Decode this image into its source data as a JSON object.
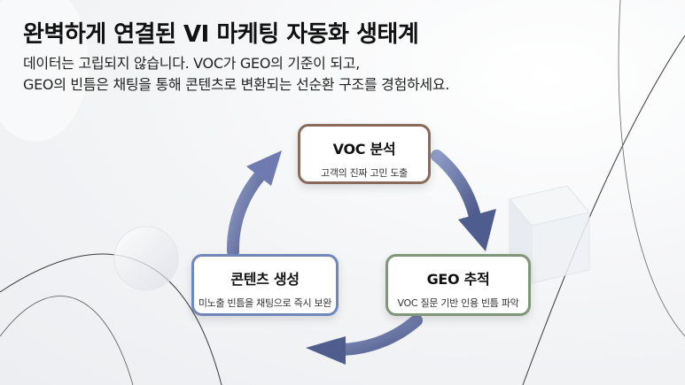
{
  "header": {
    "title": "완벽하게 연결된 VI 마케팅 자동화 생태계",
    "subtitle_line1": "데이터는 고립되지 않습니다. VOC가 GEO의 기준이 되고,",
    "subtitle_line2": "GEO의 빈틈은 채팅을 통해 콘텐츠로 변환되는 선순환 구조를 경험하세요."
  },
  "cycle": {
    "nodes": [
      {
        "id": "voc",
        "title": "VOC 분석",
        "desc": "고객의 진짜 고민 도출",
        "border_color": "#8a6a5a"
      },
      {
        "id": "geo",
        "title": "GEO 추적",
        "desc": "VOC 질문 기반 인용 빈틈 파악",
        "border_color": "#7f9678"
      },
      {
        "id": "content",
        "title": "콘텐츠 생성",
        "desc": "미노출 빈틈을 채팅으로 즉시 보완",
        "border_color": "#6f88b9"
      }
    ],
    "arrow_color": "#5d6a9a"
  }
}
